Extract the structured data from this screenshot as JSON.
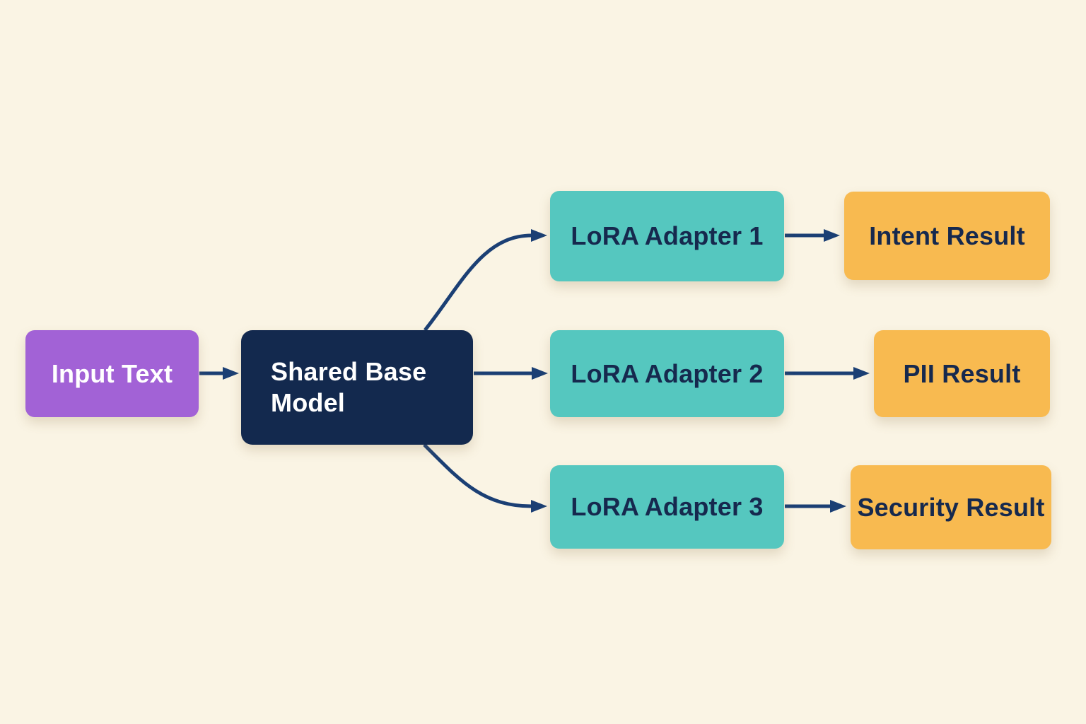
{
  "diagram": {
    "colors": {
      "background": "#FAF4E4",
      "arrow": "#1B3F74",
      "purple": "#A262D6",
      "navy": "#13294E",
      "teal": "#55C7BF",
      "yellow": "#F8BA50",
      "text_on_dark": "#FFFFFF",
      "text_on_light": "#16294E"
    },
    "nodes": {
      "input": {
        "label": "Input Text"
      },
      "base": {
        "label": "Shared Base Model"
      },
      "adapter1": {
        "label": "LoRA Adapter 1"
      },
      "adapter2": {
        "label": "LoRA Adapter 2"
      },
      "adapter3": {
        "label": "LoRA Adapter 3"
      },
      "result1": {
        "label": "Intent Result"
      },
      "result2": {
        "label": "PII Result"
      },
      "result3": {
        "label": "Security Result"
      }
    },
    "edges": [
      {
        "from": "Input Text",
        "to": "Shared Base Model"
      },
      {
        "from": "Shared Base Model",
        "to": "LoRA Adapter 1"
      },
      {
        "from": "Shared Base Model",
        "to": "LoRA Adapter 2"
      },
      {
        "from": "Shared Base Model",
        "to": "LoRA Adapter 3"
      },
      {
        "from": "LoRA Adapter 1",
        "to": "Intent Result"
      },
      {
        "from": "LoRA Adapter 2",
        "to": "PII Result"
      },
      {
        "from": "LoRA Adapter 3",
        "to": "Security Result"
      }
    ]
  }
}
